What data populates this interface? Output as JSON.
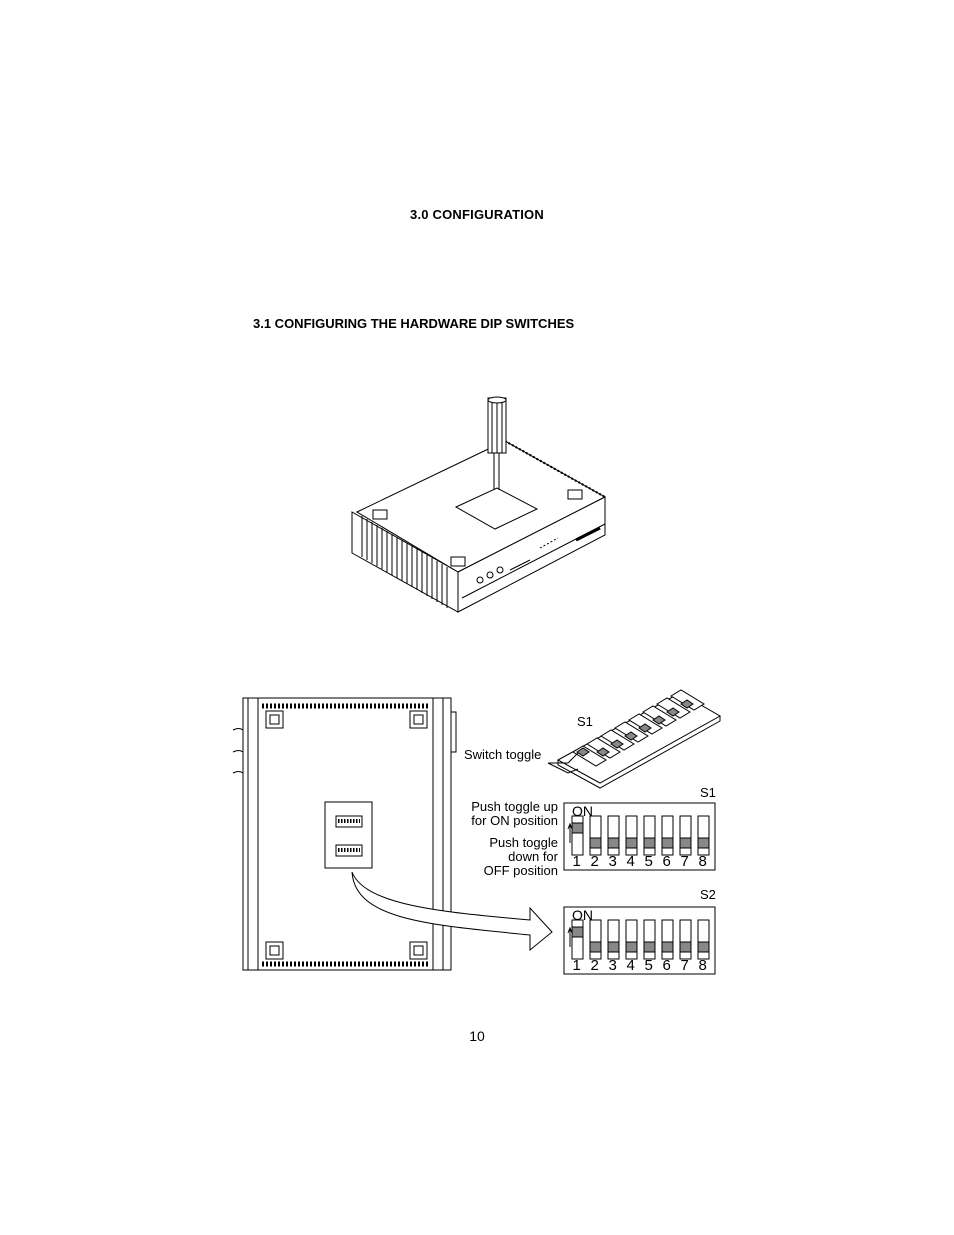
{
  "section_title": "3.0  CONFIGURATION",
  "subsection_title": "3.1  CONFIGURING THE HARDWARE DIP SWITCHES",
  "figure": {
    "s1_top_label": "S1",
    "switch_toggle": "Switch toggle",
    "s1_label": "S1",
    "s2_label": "S2",
    "on_label": "ON",
    "push_up_line1": "Push toggle up",
    "push_up_line2": "for ON position",
    "push_down_line1": "Push toggle",
    "push_down_line2": "down for",
    "push_down_line3": "OFF position",
    "switch_numbers": [
      "1",
      "2",
      "3",
      "4",
      "5",
      "6",
      "7",
      "8"
    ],
    "s1_positions": [
      "ON",
      "OFF",
      "OFF",
      "OFF",
      "OFF",
      "OFF",
      "OFF",
      "OFF"
    ],
    "s2_positions": [
      "ON",
      "OFF",
      "OFF",
      "OFF",
      "OFF",
      "OFF",
      "OFF",
      "OFF"
    ]
  },
  "page_number": "10"
}
